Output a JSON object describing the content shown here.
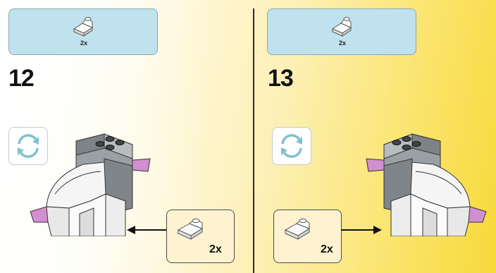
{
  "steps": [
    {
      "number": "12",
      "parts_qty": "2x",
      "callout_qty": "2x",
      "rotate_icon": "rotate-arrows-icon",
      "part_icon": "white-slope-brick-icon"
    },
    {
      "number": "13",
      "parts_qty": "2x",
      "callout_qty": "2x",
      "rotate_icon": "rotate-arrows-icon",
      "part_icon": "white-slope-brick-icon"
    }
  ],
  "colors": {
    "parts_box": "#bfe2ee",
    "callout_box": "#fdf3d0",
    "brick_white": "#f4f4f4",
    "brick_gray": "#8e9396",
    "brick_pink": "#d28fd0"
  }
}
